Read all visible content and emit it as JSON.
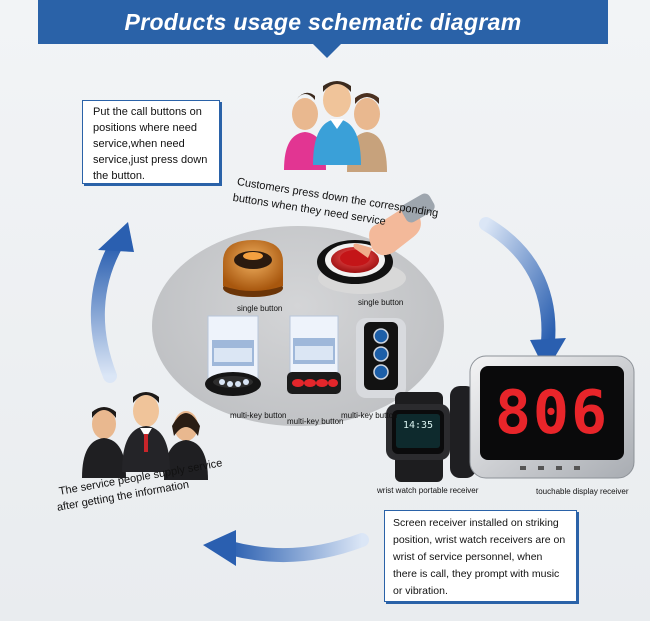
{
  "title": "Products usage schematic diagram",
  "top_note": "Put the call buttons on positions where need service,when need service,just press down the button.",
  "customers_caption_line1": "Customers press down the corresponding",
  "customers_caption_line2": "buttons when they need service",
  "service_caption_line1": "The service people supply service",
  "service_caption_line2": "after  getting the information",
  "bottom_note": "Screen receiver installed on striking position, wrist watch receivers are on wrist of service personnel, when there is call, they prompt with music or vibration.",
  "products": {
    "single_button_1": "single button",
    "single_button_2": "single button",
    "multi_key_1": "multi-key button",
    "multi_key_2": "multi-key button",
    "multi_key_3": "multi-key button"
  },
  "receivers": {
    "watch_label": "wrist watch portable receiver",
    "display_label": "touchable display receiver",
    "display_number": "806",
    "watch_time": "14:35"
  },
  "colors": {
    "banner": "#2a62a8",
    "arrow": "#2a5fb0",
    "display_digits": "#e8252a"
  }
}
